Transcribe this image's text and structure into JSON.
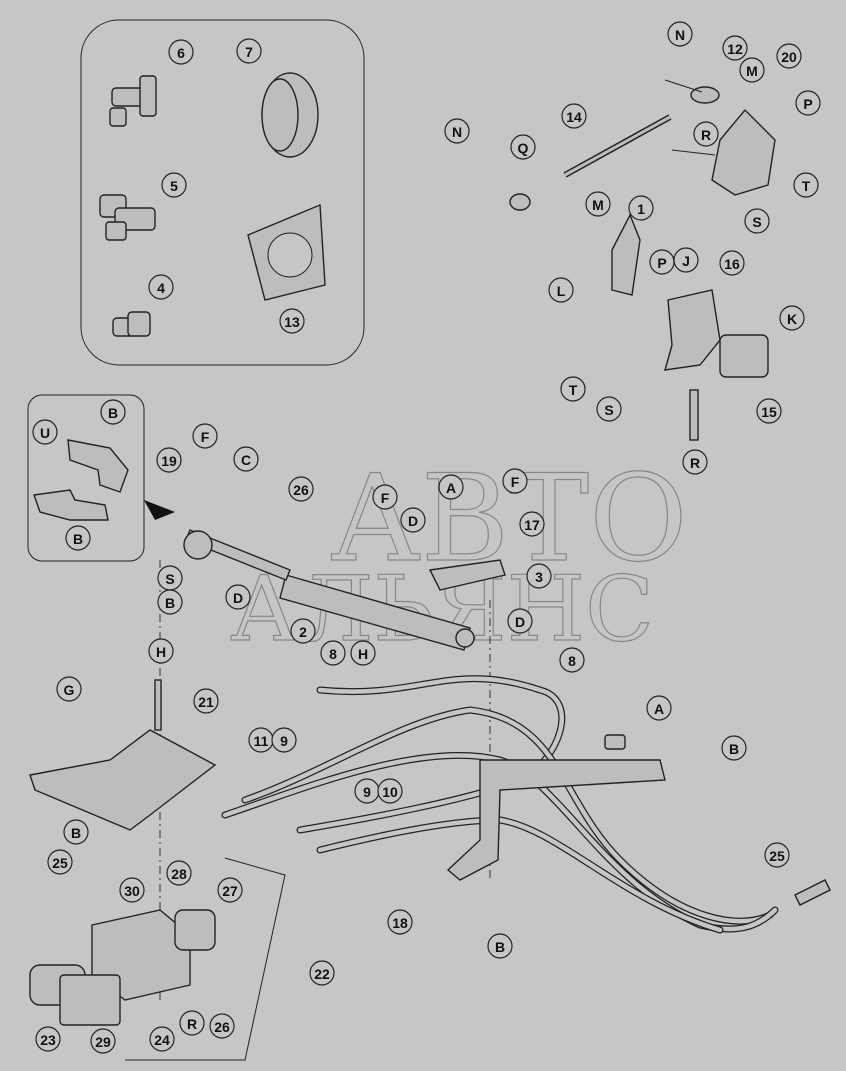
{
  "watermark": {
    "line1": "АВТО",
    "line2": "АЛЬЯНС"
  },
  "callouts": [
    "6",
    "7",
    "5",
    "4",
    "13",
    "N",
    "12",
    "M",
    "20",
    "P",
    "14",
    "N",
    "Q",
    "R",
    "T",
    "S",
    "M",
    "1",
    "P",
    "J",
    "16",
    "L",
    "K",
    "T",
    "S",
    "15",
    "R",
    "B",
    "U",
    "19",
    "B",
    "F",
    "C",
    "26",
    "F",
    "A",
    "F",
    "D",
    "17",
    "3",
    "D",
    "S",
    "B",
    "D",
    "2",
    "8",
    "H",
    "8",
    "H",
    "G",
    "21",
    "11",
    "9",
    "A",
    "B",
    "9",
    "10",
    "B",
    "25",
    "30",
    "28",
    "27",
    "25",
    "18",
    "B",
    "22",
    "R",
    "26",
    "23",
    "29",
    "24"
  ]
}
